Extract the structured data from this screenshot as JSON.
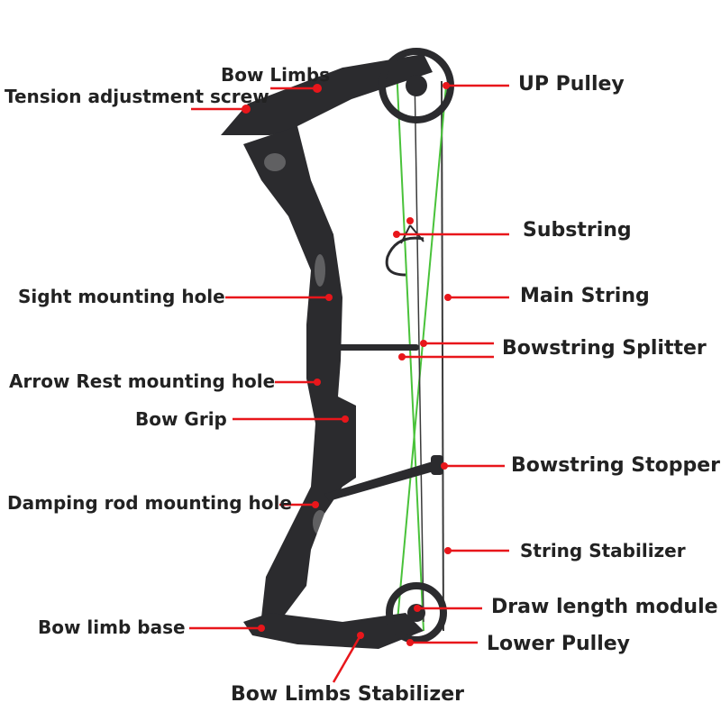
{
  "colors": {
    "callout": "#e8161b",
    "bow": "#2b2b2e",
    "string": "#3a3a3a",
    "string_accent": "#49c23a"
  },
  "labels": {
    "bow_limbs": "Bow Limbs",
    "tension_adjustment_screw": "Tension adjustment screw",
    "up_pulley": "UP Pulley",
    "substring": "Substring",
    "sight_mounting_hole": "Sight mounting hole",
    "main_string": "Main String",
    "bowstring_splitter": "Bowstring Splitter",
    "arrow_rest_mounting_hole": "Arrow Rest mounting hole",
    "bow_grip": "Bow Grip",
    "bowstring_stopper": "Bowstring Stopper",
    "damping_rod_mounting_hole": "Damping rod mounting hole",
    "string_stabilizer": "String Stabilizer",
    "draw_length_module": "Draw length module",
    "bow_limb_base": "Bow limb base",
    "lower_pulley": "Lower Pulley",
    "bow_limbs_stabilizer": "Bow Limbs Stabilizer"
  }
}
